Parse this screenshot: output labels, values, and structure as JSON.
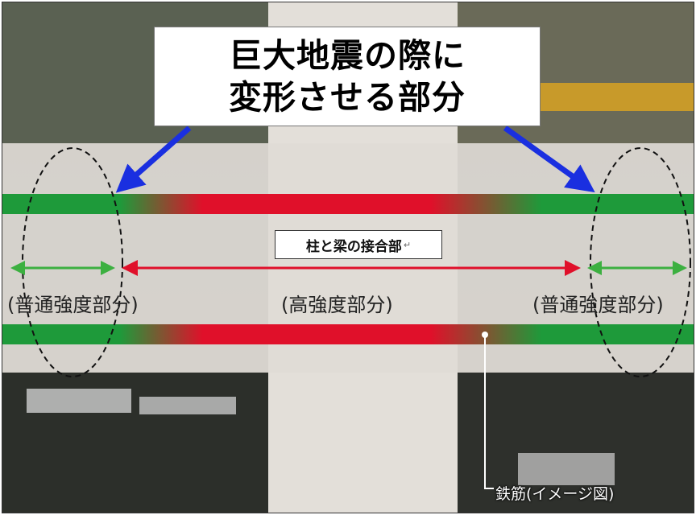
{
  "callout": {
    "line1": "巨大地震の際に",
    "line2": "変形させる部分"
  },
  "joint_label": "柱と梁の接合部",
  "joint_return_mark": "↵",
  "left_label": "(普通強度部分)",
  "center_label": "(高強度部分)",
  "right_label": "(普通強度部分)",
  "rebar_label": "鉄筋(イメージ図)",
  "colors": {
    "normal_strength": "#1e9a3a",
    "high_strength": "#e0102a",
    "callout_arrow": "#1a2fe0",
    "normal_arrow": "#3cb040",
    "high_arrow": "#e0102a"
  },
  "icons": [
    "blue-arrow-icon",
    "double-arrow-icon",
    "dashed-ellipse-icon",
    "leader-line-icon"
  ]
}
